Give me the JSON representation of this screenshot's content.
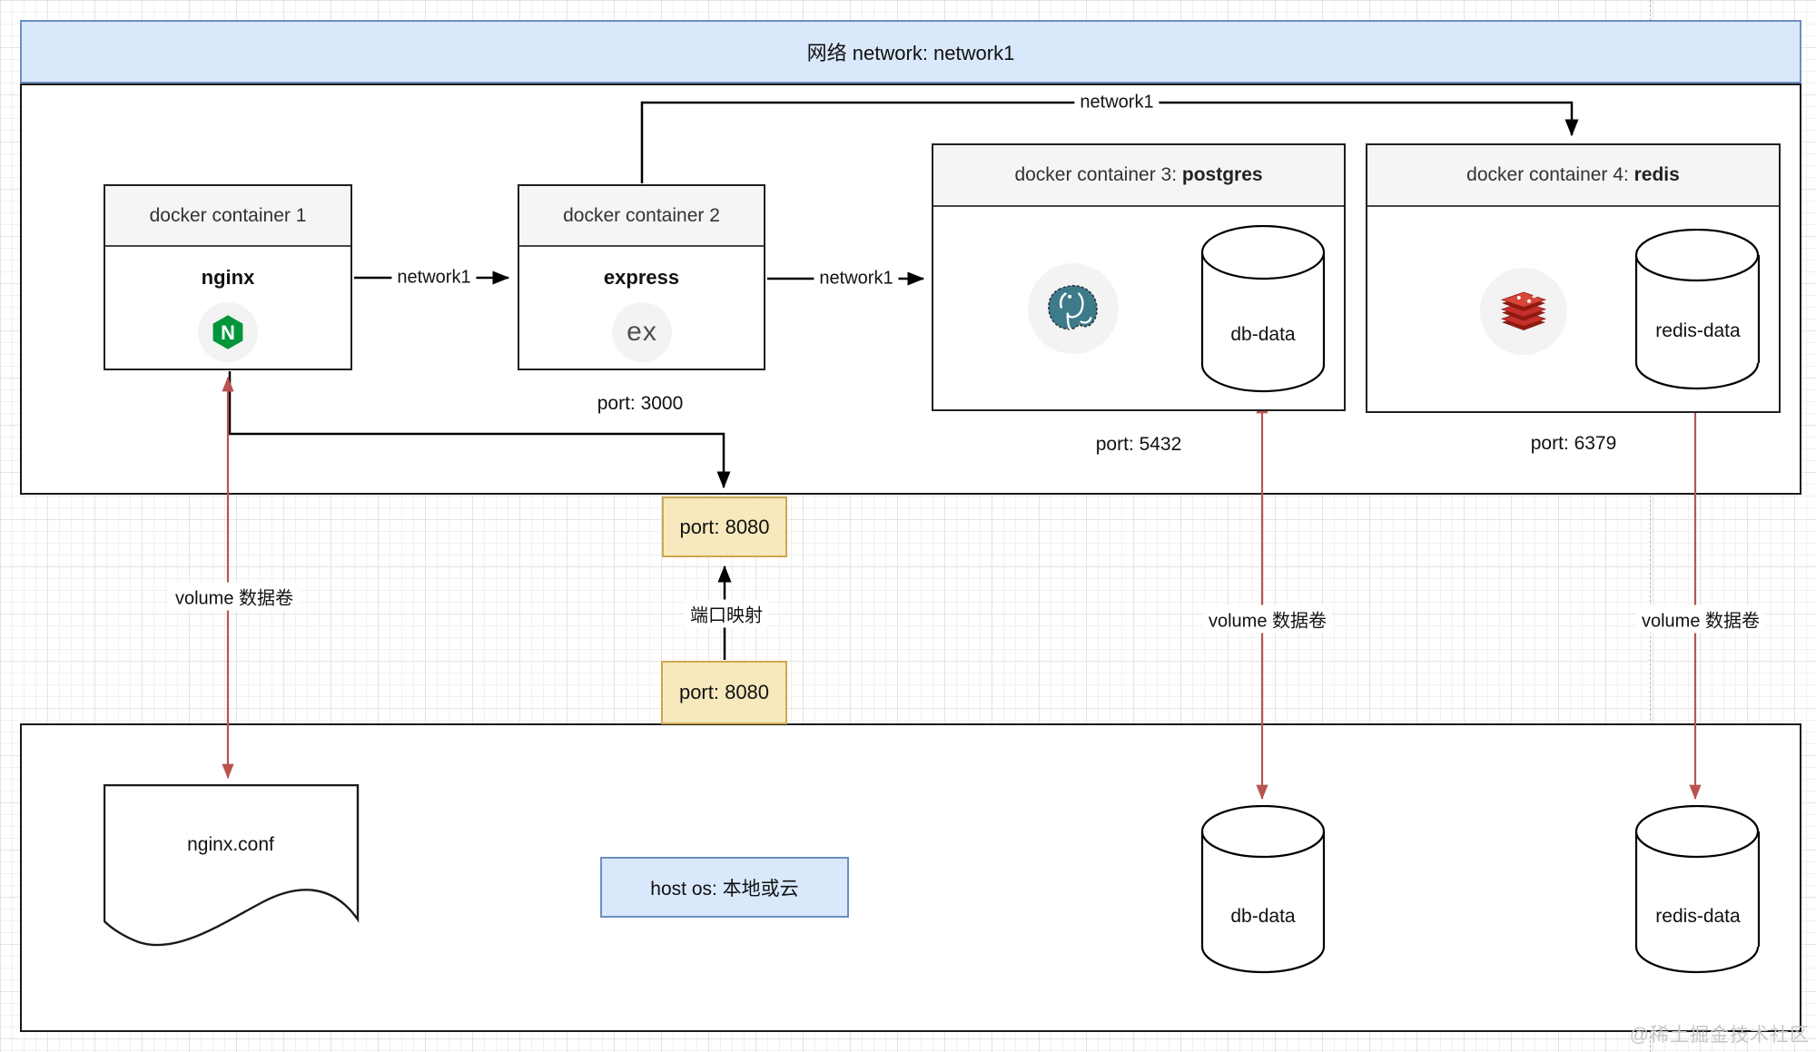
{
  "banner": {
    "text": "网络 network: network1"
  },
  "containers": {
    "c1": {
      "title": "docker container 1",
      "app": "nginx"
    },
    "c2": {
      "title": "docker container 2",
      "app": "express"
    },
    "c3": {
      "title_prefix": "docker container 3: ",
      "title_bold": "postgres"
    },
    "c4": {
      "title_prefix": "docker container 4: ",
      "title_bold": "redis"
    }
  },
  "icons": {
    "nginx_letter": "N",
    "express_text": "ex"
  },
  "cylinders": {
    "db_in": "db-data",
    "redis_in": "redis-data",
    "db_host": "db-data",
    "redis_host": "redis-data"
  },
  "edges": {
    "nginx_express": "network1",
    "express_postgres": "network1",
    "express_redis": "network1"
  },
  "ports": {
    "express": "port: 3000",
    "postgres": "port: 5432",
    "redis": "port: 6379",
    "inner_8080": "port: 8080",
    "outer_8080": "port: 8080"
  },
  "mapping_label": "端口映射",
  "volume_labels": {
    "nginx": "volume 数据卷",
    "db": "volume 数据卷",
    "redis": "volume 数据卷"
  },
  "file": {
    "nginx_conf": "nginx.conf"
  },
  "host": {
    "label": "host os: 本地或云"
  },
  "watermark": "@稀土掘金技术社区",
  "colors": {
    "banner_fill": "#dae8fc",
    "banner_border": "#6c8ebf",
    "note_fill": "#f7e9bd",
    "note_border": "#cfa84f",
    "red_arrow": "#b85450",
    "nginx_green": "#009639",
    "postgres_teal": "#3d7a8a",
    "redis_red": "#c6302b"
  }
}
